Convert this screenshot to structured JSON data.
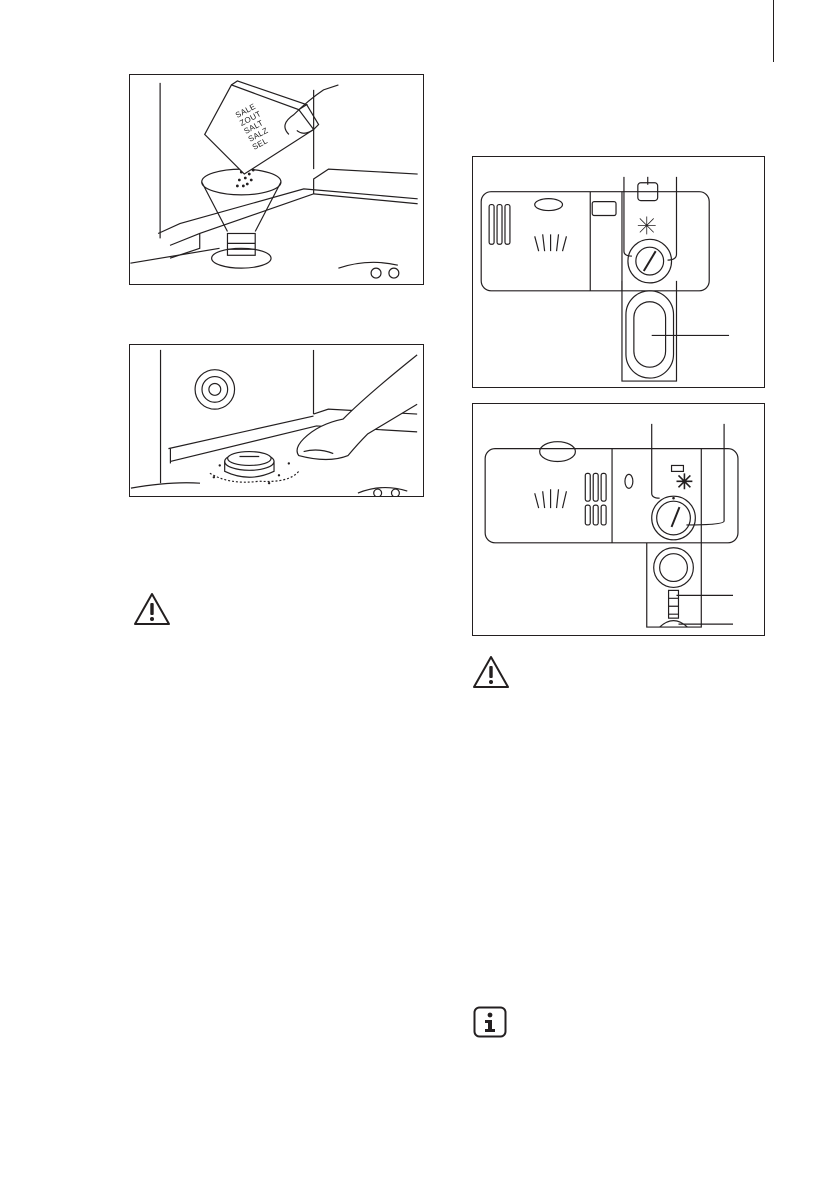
{
  "figures": {
    "salt_box_labels": [
      "SALE",
      "ZOUT",
      "SALT",
      "SALZ",
      "SEL"
    ]
  },
  "icons": {
    "warning_left": "warning-triangle-icon",
    "warning_right": "warning-triangle-icon",
    "info": "info-icon"
  },
  "colors": {
    "line": "#231f20",
    "background": "#ffffff"
  }
}
